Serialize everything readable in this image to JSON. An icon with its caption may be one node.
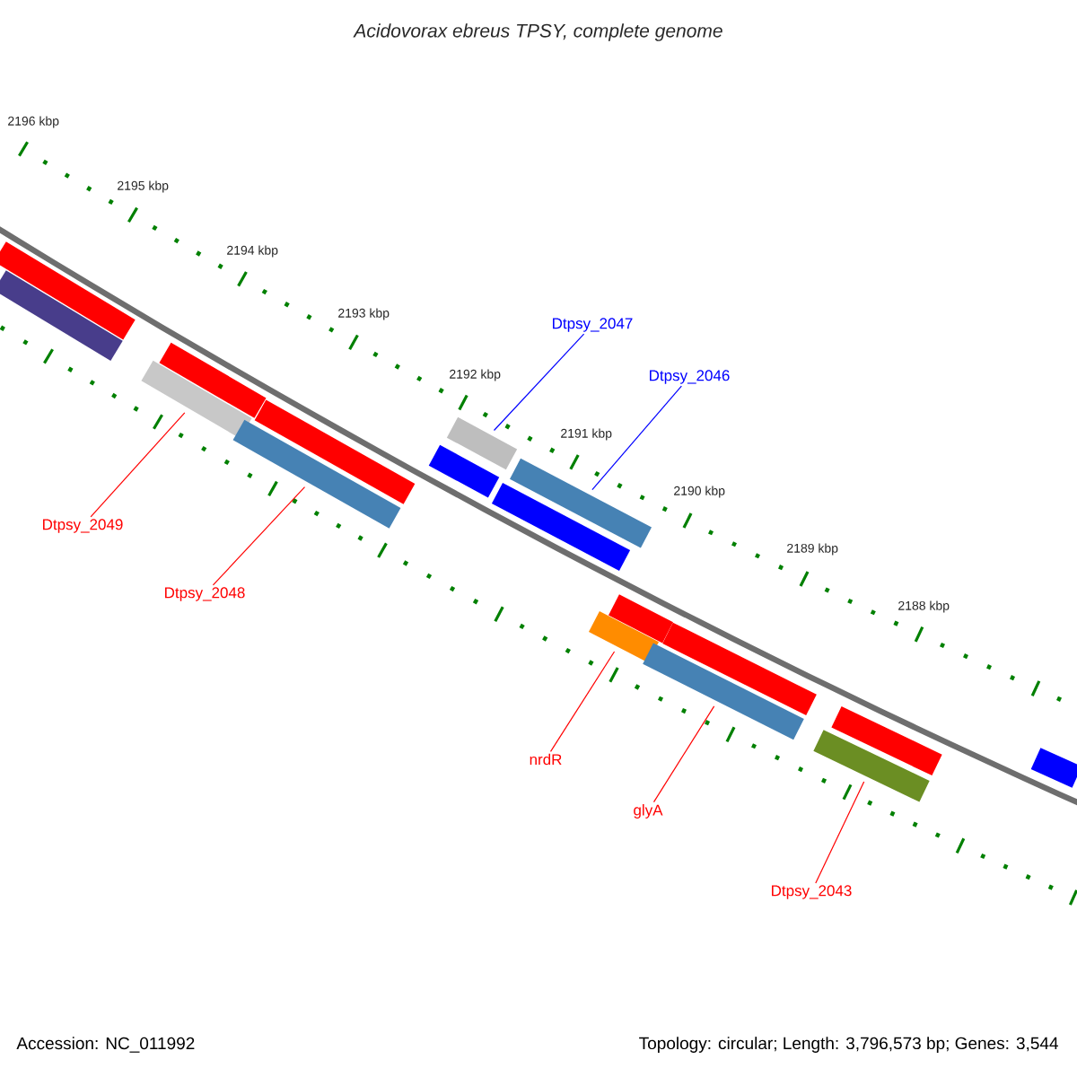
{
  "diagram": {
    "title": "Acidovorax ebreus TPSY, complete genome",
    "nodes": [
      {
        "text": [
          "Dtpsy_2047"
        ]
      },
      {
        "text": [],
        "shape": "bar"
      },
      {
        "text": [
          "Dtpsy_2046"
        ]
      },
      {
        "text": [],
        "shape": "bar"
      },
      {
        "text": [
          "Dtpsy_2049"
        ]
      },
      {
        "text": [],
        "shape": "bar"
      },
      {
        "text": [
          "Dtpsy_2048"
        ]
      },
      {
        "text": [],
        "shape": "bar"
      },
      {
        "text": [
          "nrdR"
        ]
      },
      {
        "text": [],
        "shape": "bar"
      },
      {
        "text": [
          "glyA"
        ]
      },
      {
        "text": [],
        "shape": "bar"
      },
      {
        "text": [
          "Dtpsy_2043"
        ]
      },
      {
        "text": [],
        "shape": "bar"
      },
      {
        "text": [],
        "shape": "bar"
      },
      {
        "text": [],
        "shape": "bar"
      },
      {
        "text": [],
        "shape": "bar"
      },
      {
        "text": [],
        "shape": "bar"
      },
      {
        "text": [],
        "shape": "bar"
      },
      {
        "text": [],
        "shape": "bar"
      },
      {
        "text": [],
        "shape": "bar"
      },
      {
        "text": [],
        "shape": "bar"
      },
      {
        "text": [],
        "shape": "bar"
      },
      {
        "text": [],
        "shape": "bar"
      }
    ],
    "edges": [
      {
        "from": 0,
        "to": 1,
        "arrow": "none",
        "color": "#0000ff"
      },
      {
        "from": 2,
        "to": 3,
        "arrow": "none",
        "color": "#0000ff"
      },
      {
        "from": 4,
        "to": 5,
        "arrow": "none"
      },
      {
        "from": 6,
        "to": 7,
        "arrow": "none"
      },
      {
        "from": 8,
        "to": 9,
        "arrow": "none"
      },
      {
        "from": 10,
        "to": 11,
        "arrow": "none"
      },
      {
        "from": 12,
        "to": 13,
        "arrow": "none"
      }
    ],
    "labels": [
      "2196 kbp",
      "2195 kbp",
      "2194 kbp",
      "2193 kbp",
      "2192 kbp",
      "2191 kbp",
      "2190 kbp",
      "2189 kbp",
      "2188 kbp",
      "Accession: NC_011992",
      "Topology: circular; Length: 3,796,573 bp; Genes: 3,544"
    ]
  }
}
